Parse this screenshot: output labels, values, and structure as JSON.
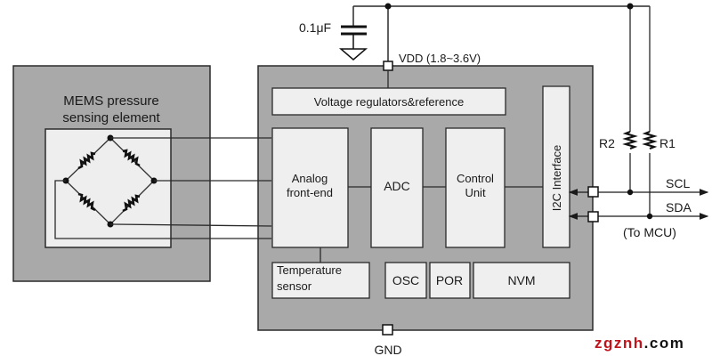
{
  "capacitor": {
    "label": "0.1μF"
  },
  "vdd": {
    "label": "VDD  (1.8~3.6V)"
  },
  "gnd": {
    "label": "GND"
  },
  "mems": {
    "title_line1": "MEMS  pressure",
    "title_line2": "sensing element"
  },
  "blocks": {
    "voltage_regulators": "Voltage  regulators&reference",
    "analog_front_end_line1": "Analog",
    "analog_front_end_line2": "front-end",
    "adc": "ADC",
    "control_unit_line1": "Control",
    "control_unit_line2": "Unit",
    "i2c_interface": "I2C  Interface",
    "temperature_sensor_line1": "Temperature",
    "temperature_sensor_line2": "sensor",
    "osc": "OSC",
    "por": "POR",
    "nvm": "NVM"
  },
  "pullups": {
    "r1": "R1",
    "r2": "R2"
  },
  "signals": {
    "scl": "SCL",
    "sda": "SDA",
    "to_mcu": "(To MCU)"
  },
  "watermark": {
    "part1": "zgznh",
    "part2": ".com",
    "color1": "#c0141c",
    "color2": "#111111"
  },
  "colors": {
    "chip_fill": "#a9a9a9",
    "block_fill": "#efefef",
    "stroke": "#2a2a2a"
  }
}
